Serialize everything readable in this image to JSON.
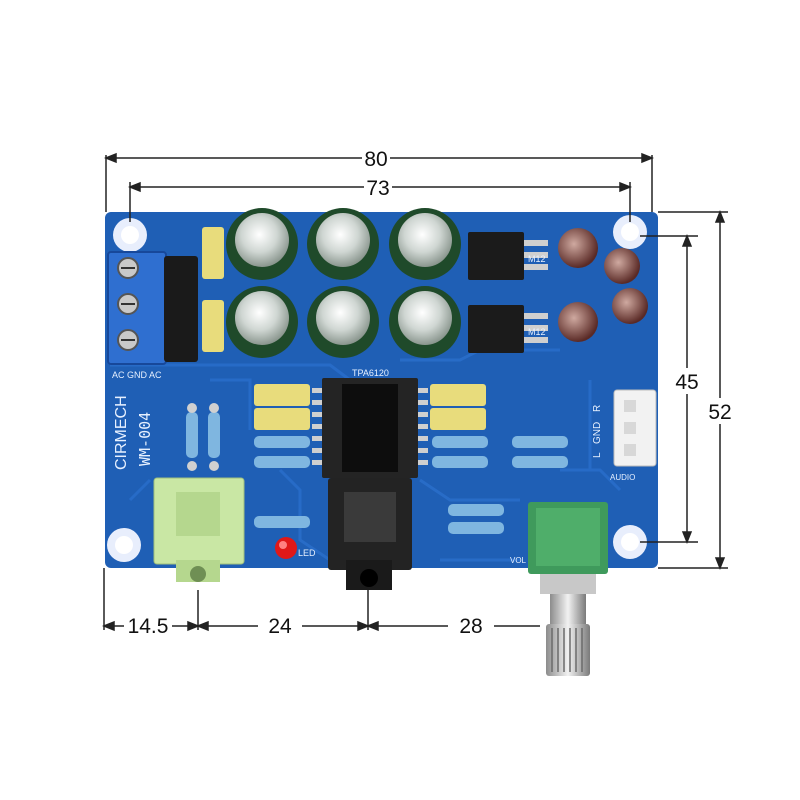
{
  "dimensions": {
    "total_width": "80",
    "hole_spacing_width": "73",
    "hole_spacing_height": "45",
    "total_height": "52",
    "offset_left": "14.5",
    "jack_spacing": "24",
    "pot_offset": "28"
  },
  "board": {
    "brand": "CIRMECH",
    "model": "WM-004",
    "chip_label": "TPA6120",
    "power_label": "AC GND AC",
    "led_label": "LED",
    "vol_label": "VOL",
    "audio_label": "AUDIO",
    "regulator_label": "M12",
    "connector_labels": [
      "R",
      "GND",
      "L"
    ]
  },
  "colors": {
    "pcb": "#1f5fb5",
    "pcb_dark": "#184f9a",
    "terminal": "#2f6fd0",
    "capacitor": "#1f4a2a",
    "film_cap": "#e8dc7c",
    "jack_green": "#c9e7a4",
    "pot_green": "#3f9a5c",
    "led": "#e01818"
  }
}
